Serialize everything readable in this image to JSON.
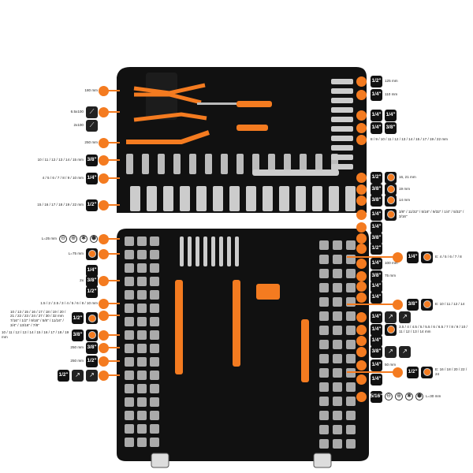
{
  "left_callouts": [
    {
      "text": "180 mm",
      "badges": []
    },
    {
      "text": "6.5x100",
      "badges": [],
      "icon": "screwdriver-flat-icon"
    },
    {
      "text": "2x100",
      "badges": [],
      "icon": "screwdriver-phillips-icon"
    },
    {
      "text": "250 mm",
      "badges": []
    },
    {
      "text": "10 / 11 / 12 / 13 / 14 / 15 mm",
      "badges": [
        "3/8\""
      ]
    },
    {
      "text": "4 / 5 / 6 / 7 / 8 / 9 / 10 mm",
      "badges": [
        "1/4\""
      ]
    },
    {
      "text": "15 / 16 / 17 / 18 / 19 / 22 mm",
      "badges": [
        "1/2\""
      ]
    },
    {
      "text": "L=25 mm",
      "badges": [],
      "bits": true
    },
    {
      "text": "L=75 mm",
      "badges": [],
      "socket": true
    },
    {
      "text": "",
      "badges": [
        "1/4\""
      ]
    },
    {
      "text": "2x",
      "badges": [
        "3/8\""
      ]
    },
    {
      "text": "",
      "badges": [
        "1/2\""
      ]
    },
    {
      "text": "1.5 / 2 / 2.5 / 3 / 4 / 5 / 6 / 8 / 10 mm",
      "badges": []
    },
    {
      "text": "10 / 13 / 15 / 16 / 17 / 18 / 19 / 20 / 21 / 22 / 23 / 24 / 27 / 30 / 32 mm 7/16\" / 1/2\" / 9/16\" / 5/8\" / 11/16\" / 3/4\" / 13/16\" / 7/8\"",
      "badges": [
        "1/2\""
      ],
      "socket": true
    },
    {
      "text": "10 / 11 / 12 / 13 / 14 / 15 / 16 / 17 / 18 / 19 mm",
      "badges": [
        "3/8\""
      ],
      "socket": true
    },
    {
      "text": "250 mm",
      "badges": [
        "3/8\""
      ]
    },
    {
      "text": "250 mm",
      "badges": [
        "1/2\""
      ]
    },
    {
      "text": "",
      "badges": [
        "1/2\""
      ],
      "ratchet": true
    }
  ],
  "right_callouts": [
    {
      "badges": [
        "1/2\""
      ],
      "text": "125 mm"
    },
    {
      "badges": [
        "1/4\""
      ],
      "text": "110 mm"
    },
    {
      "badges": [
        "1/4\"",
        "1/4\""
      ],
      "text": ""
    },
    {
      "badges": [
        "1/4\"",
        "3/8\""
      ],
      "text": ""
    },
    {
      "badges": [],
      "text": "8 / 9 / 10 / 11 / 12 / 13 / 14 / 15 / 17 / 19 / 22 mm"
    },
    {
      "badges": [
        "1/2\""
      ],
      "socket": true,
      "text": "16, 21 mm"
    },
    {
      "badges": [
        "3/8\""
      ],
      "socket": true,
      "text": "19 mm"
    },
    {
      "badges": [
        "3/8\""
      ],
      "socket": true,
      "text": "14 mm"
    },
    {
      "badges": [
        "1/4\""
      ],
      "socket": true,
      "text": "3/8\" / 11/32\" / 5/16\" / 9/32\" / 1/4\" / 5/32\" / 3/16\""
    },
    {
      "badges": [
        "1/4\""
      ],
      "text": ""
    },
    {
      "badges": [
        "3/8\""
      ],
      "text": ""
    },
    {
      "badges": [
        "1/2\""
      ],
      "text": ""
    },
    {
      "badges": [
        "1/4\""
      ],
      "socket": true,
      "text": "E: 4 / 5 / 6 / 7 / 8"
    },
    {
      "badges": [
        "1/4\""
      ],
      "text": "100 mm"
    },
    {
      "badges": [
        "3/8\""
      ],
      "text": "75 mm"
    },
    {
      "badges": [
        "1/4\""
      ],
      "text": ""
    },
    {
      "badges": [
        "1/4\""
      ],
      "text": ""
    },
    {
      "badges": [
        "3/8\""
      ],
      "socket": true,
      "text": "E: 10 / 11 / 12 / 14"
    },
    {
      "badges": [
        "1/4\""
      ],
      "ratchet": true,
      "text": ""
    },
    {
      "badges": [
        "1/4\""
      ],
      "socket": true,
      "text": "3.5 / 4 / 4.5 / 5 / 5.5 / 6 / 6.5 / 7 / 8 / 9 / 10 / 11 / 12 / 13 / 14 mm"
    },
    {
      "badges": [
        "1/4\""
      ],
      "text": ""
    },
    {
      "badges": [
        "3/8\""
      ],
      "ratchet": true,
      "text": ""
    },
    {
      "badges": [
        "1/4\""
      ],
      "text": "50 mm"
    },
    {
      "badges": [
        "1/2\""
      ],
      "socket": true,
      "text": "E: 16 / 18 / 20 / 22 / 24"
    },
    {
      "badges": [
        "1/4\""
      ],
      "text": ""
    },
    {
      "badges": [
        "5/16\""
      ],
      "bits": true,
      "text": "L=30 mm"
    }
  ],
  "colors": {
    "accent": "#f47b20",
    "case": "#111111"
  }
}
